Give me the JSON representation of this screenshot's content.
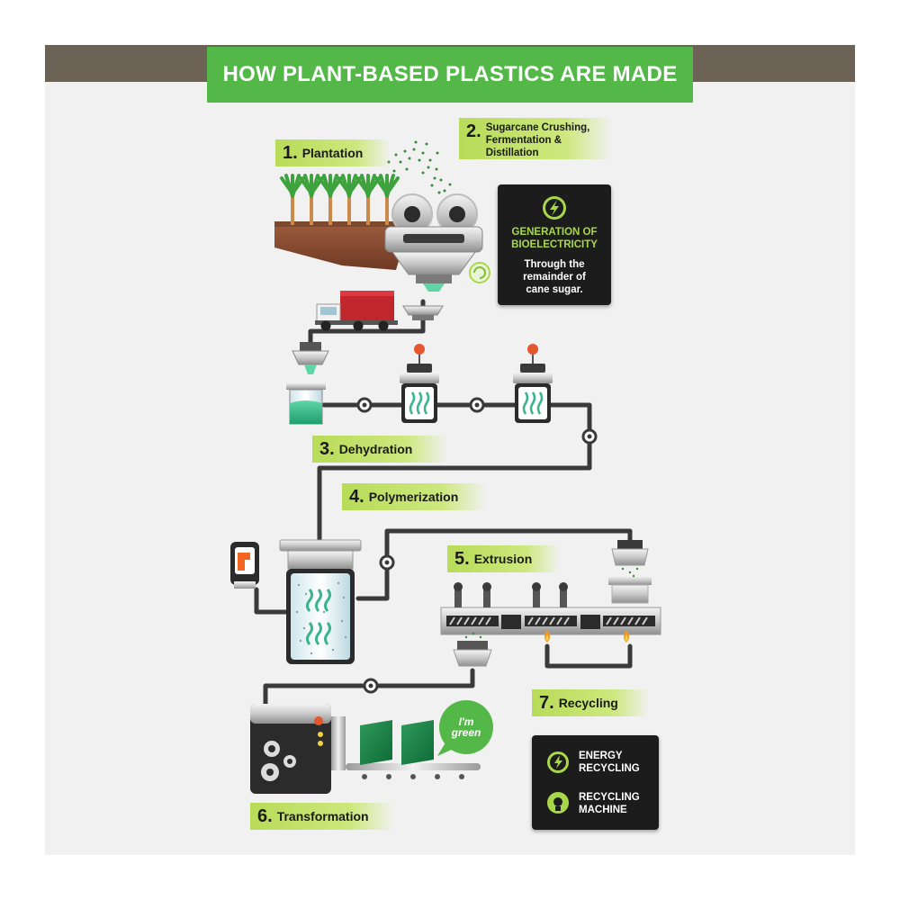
{
  "title": "HOW PLANT-BASED PLASTICS ARE MADE",
  "steps": [
    {
      "num": "1.",
      "label": "Plantation"
    },
    {
      "num": "2.",
      "label": "Sugarcane Crushing, Fermentation & Distillation"
    },
    {
      "num": "3.",
      "label": "Dehydration"
    },
    {
      "num": "4.",
      "label": "Polymerization"
    },
    {
      "num": "5.",
      "label": "Extrusion"
    },
    {
      "num": "6.",
      "label": "Transformation"
    },
    {
      "num": "7.",
      "label": "Recycling"
    }
  ],
  "bioelectricity": {
    "title_line1": "GENERATION OF",
    "title_line2": "BIOELECTRICITY",
    "text_line1": "Through the",
    "text_line2": "remainder of",
    "text_line3": "cane sugar.",
    "icon": "lightning-icon"
  },
  "recycling_box": {
    "item1_line1": "ENERGY",
    "item1_line2": "RECYCLING",
    "item1_icon": "lightning-icon",
    "item2_line1": "RECYCLING",
    "item2_line2": "MACHINE",
    "item2_icon": "bulb-icon"
  },
  "badge": {
    "line1": "I'm",
    "line2": "green"
  },
  "colors": {
    "brand_green": "#54b848",
    "label_green": "#b8db58",
    "header_band": "#6d6256",
    "accent_green": "#a8d84a",
    "dark_box": "#1c1c1c",
    "pipe": "#3a3a3a",
    "truck_red": "#c0262b"
  }
}
